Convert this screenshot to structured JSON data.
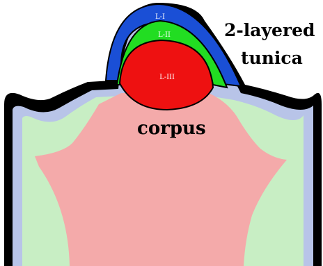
{
  "diagram": {
    "labels": {
      "l1": "L-I",
      "l2": "L-II",
      "l3": "L-III",
      "tunica_line1": "2-layered",
      "tunica_line2": "tunica",
      "corpus": "corpus"
    },
    "colors": {
      "outline": "#000000",
      "outer_blue_band": "#b8c4e8",
      "outer_green_band": "#c8eec4",
      "corpus_fill": "#f4aaaa",
      "layer_l1": "#1a4fd6",
      "layer_l2": "#22dd22",
      "layer_l3": "#ee1111"
    }
  }
}
